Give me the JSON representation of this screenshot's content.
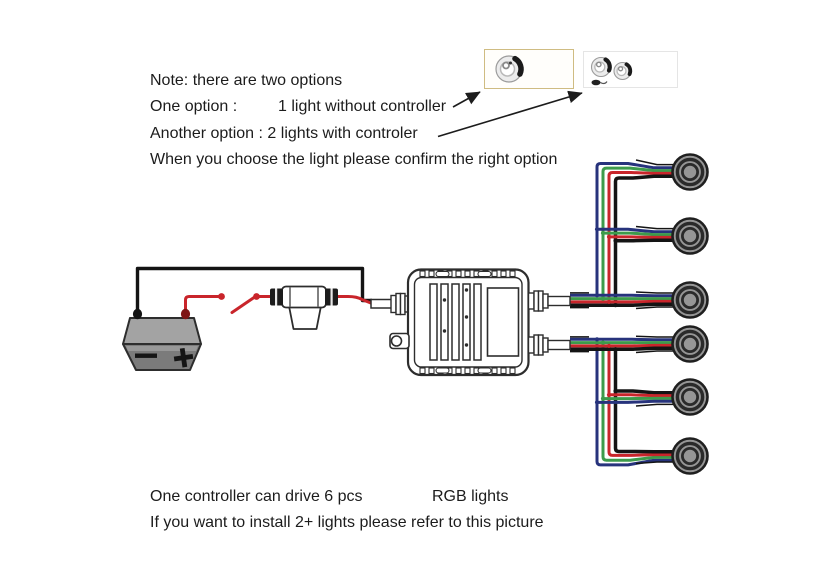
{
  "notes": {
    "line1": "Note: there are two options",
    "option1_label": "One option :",
    "option1_value": "1 light without controller",
    "option2": "Another option : 2 lights with controler",
    "confirm_line": "When you choose the light please confirm the right option"
  },
  "footer": {
    "drive_prefix": "One controller can drive 6 pcs",
    "drive_suffix": "RGB lights",
    "install_line": "If you want to install 2+ lights please refer to this picture"
  },
  "thumbnails": [
    {
      "name": "one light without controller",
      "lights_shown": 1,
      "border_color": "#cfbc82"
    },
    {
      "name": "two lights with controller",
      "lights_shown": 2,
      "border_color": "#e5e5e5"
    }
  ],
  "diagram": {
    "lights_count": 6,
    "battery_terminal_negative": "−",
    "battery_terminal_positive": "+",
    "components": [
      "battery",
      "open-switch",
      "inline-fuse",
      "rgb-controller",
      "rgb-lights-x6"
    ],
    "wire_colors": {
      "power_positive": "#c9252b",
      "power_negative": "#141414",
      "harness_blue": "#27337c",
      "harness_green": "#3d9b4b",
      "harness_red": "#c9252b",
      "harness_black": "#141414"
    }
  }
}
